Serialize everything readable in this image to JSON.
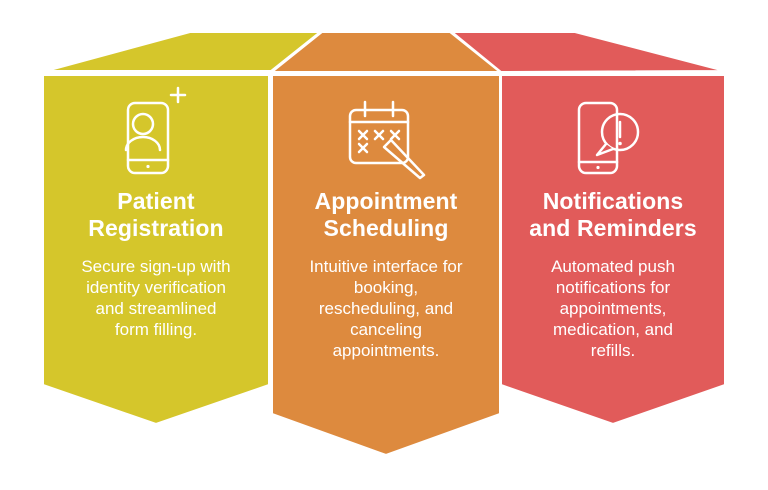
{
  "figure": {
    "background_color": "#ffffff",
    "text_color": "#ffffff",
    "cards": [
      {
        "id": "patient-registration",
        "color": "#d5c62b",
        "icon": "phone-add-user-icon",
        "title": "Patient\nRegistration",
        "description": "Secure sign-up with\nidentity verification\nand streamlined\nform filling."
      },
      {
        "id": "appointment-scheduling",
        "color": "#dd8a3e",
        "icon": "calendar-edit-icon",
        "title": "Appointment\nScheduling",
        "description": "Intuitive interface for\nbooking,\nrescheduling, and\ncanceling\nappointments."
      },
      {
        "id": "notifications-and-reminders",
        "color": "#e15b5a",
        "icon": "phone-alert-icon",
        "title": "Notifications\nand Reminders",
        "description": "Automated push\nnotifications for\nappointments,\nmedication, and\nrefills."
      }
    ]
  }
}
